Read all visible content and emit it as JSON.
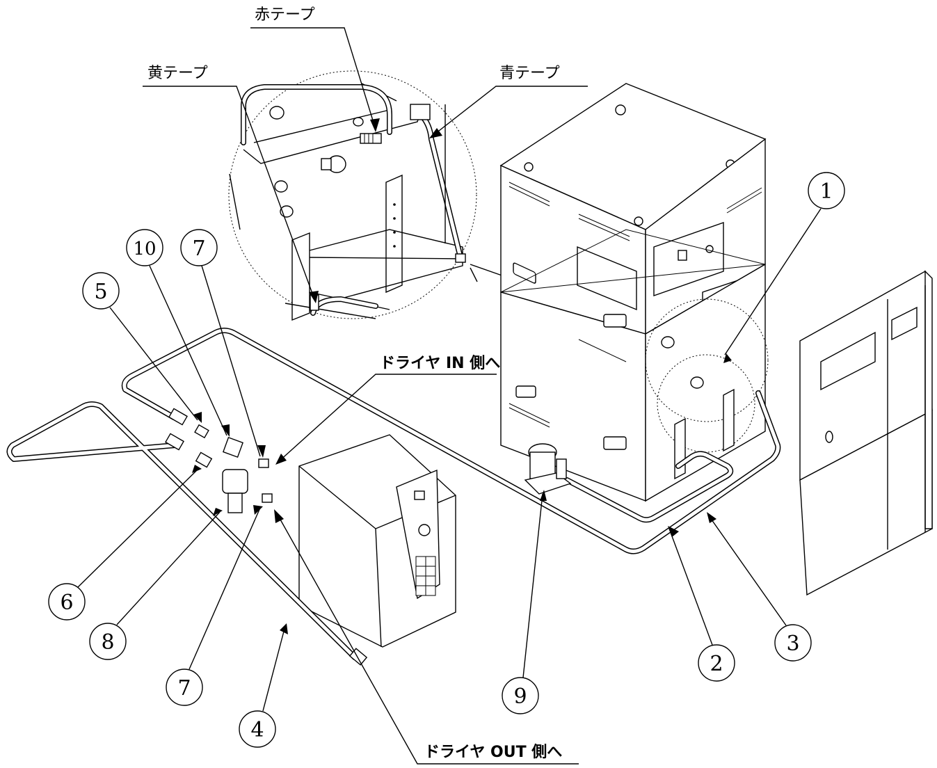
{
  "labels": {
    "red_tape": "赤テープ",
    "yellow_tape": "黄テープ",
    "blue_tape": "青テープ",
    "dryer_in": "ドライヤ IN 側へ",
    "dryer_out": "ドライヤ OUT 側へ"
  },
  "callouts": {
    "c1": "1",
    "c2": "2",
    "c3": "3",
    "c4": "4",
    "c5": "5",
    "c6": "6",
    "c7a": "7",
    "c7b": "7",
    "c8": "8",
    "c9": "9",
    "c10": "10"
  }
}
